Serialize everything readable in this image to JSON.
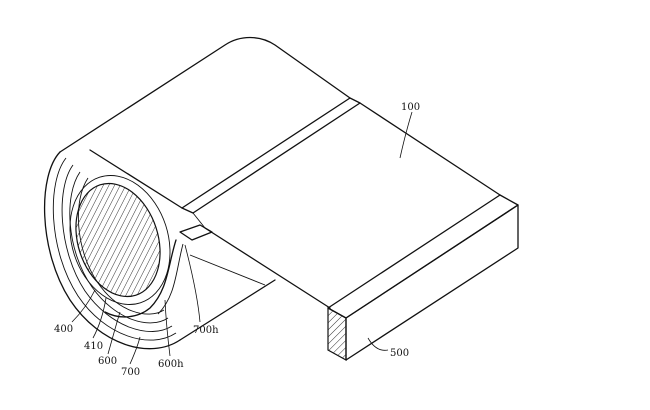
{
  "diagram": {
    "labels": {
      "l100": "100",
      "l500": "500",
      "l400": "400",
      "l410": "410",
      "l600": "600",
      "l700": "700",
      "l600h": "600h",
      "l700h": "700h"
    },
    "colors": {
      "line": "#111111",
      "background": "#ffffff",
      "hatch": "#333333"
    }
  }
}
